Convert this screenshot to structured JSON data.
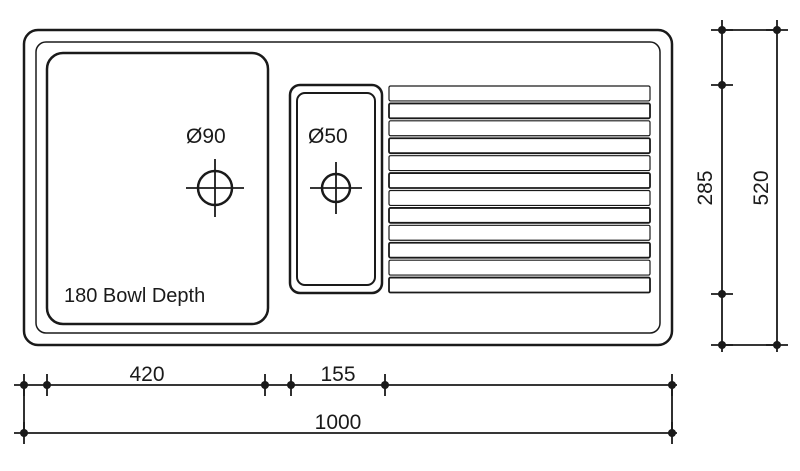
{
  "labels": {
    "main_bowl_hole": "Ø90",
    "half_bowl_hole": "Ø50",
    "bowl_depth": "180 Bowl Depth"
  },
  "dimensions": {
    "main_bowl_width": "420",
    "half_bowl_width": "155",
    "overall_width": "1000",
    "bowl_length": "285",
    "overall_depth": "520"
  },
  "drainer_rib_count": 12,
  "colors": {
    "line": "#1a1a1a",
    "background": "#ffffff"
  }
}
